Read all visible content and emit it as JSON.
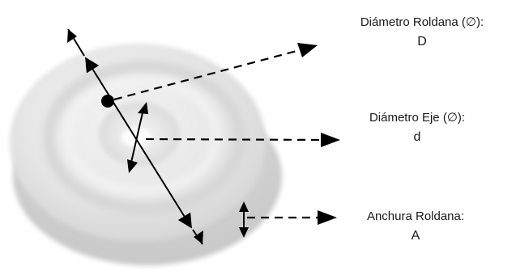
{
  "labels": {
    "roller_diameter": {
      "title": "Diámetro Roldana (∅):",
      "symbol": "D"
    },
    "axle_diameter": {
      "title": "Diámetro Eje (∅):",
      "symbol": "d"
    },
    "roller_width": {
      "title": "Anchura Roldana:",
      "symbol": "A"
    }
  },
  "colors": {
    "arrow": "#000000",
    "wheel_face": "#e9e9e9",
    "wheel_shadow": "#d2d2d2"
  }
}
